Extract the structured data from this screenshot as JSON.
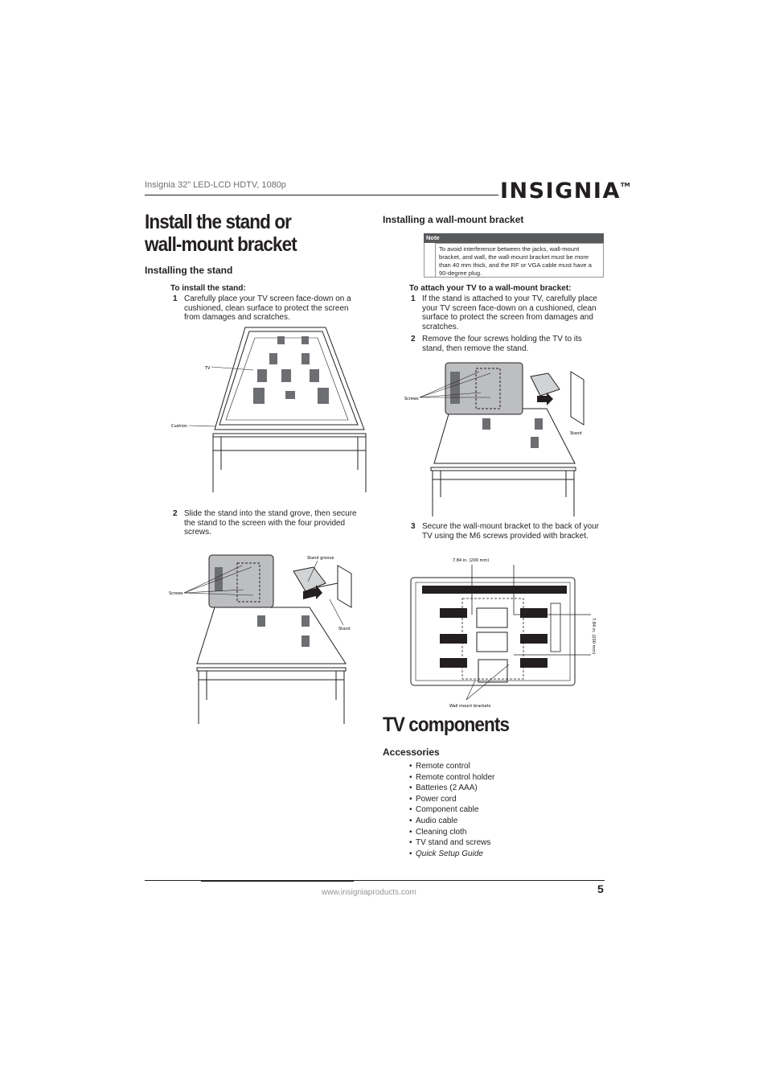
{
  "header": {
    "product": "Insignia 32\" LED-LCD HDTV, 1080p",
    "logo_text": "INSIGNIA",
    "logo_tm": "TM"
  },
  "left": {
    "title_line1": "Install the stand or",
    "title_line2": "wall-mount bracket",
    "subheading": "Installing the stand",
    "procedure": "To install the stand:",
    "step1_num": "1",
    "step1_text": "Carefully place your TV screen face-down on a cushioned, clean surface to protect the screen from damages and scratches.",
    "fig1_labels": {
      "tv": "TV",
      "cushion": "Cushion"
    },
    "step2_num": "2",
    "step2_text": "Slide the stand into the stand grove, then secure the stand to the screen with the four provided screws.",
    "fig2_labels": {
      "stand_groove": "Stand groove",
      "screws": "Screws",
      "stand": "Stand"
    }
  },
  "right": {
    "subheading": "Installing a wall-mount bracket",
    "note_label": "Note",
    "note_text": "To avoid interference between the jacks, wall-mount bracket, and wall, the wall-mount bracket must be more than 40 mm thick, and the RF or VGA cable must have a 90-degree plug.",
    "procedure": "To attach your TV to a wall-mount bracket:",
    "step1_num": "1",
    "step1_text": "If the stand is attached to your TV, carefully place your TV screen face-down on a cushioned, clean surface to protect the screen from damages and scratches.",
    "step2_num": "2",
    "step2_text": "Remove the four screws holding the TV to its stand, then remove the stand.",
    "fig3_labels": {
      "screws": "Screws",
      "stand": "Stand"
    },
    "step3_num": "3",
    "step3_text": "Secure the wall-mount bracket to the back of your TV using the M6 screws provided with bracket.",
    "fig4_labels": {
      "horizontal": "7.84 in. (200 mm)",
      "vertical": "7.84 in. (200 mm)",
      "brackets": "Wall mount brackets"
    },
    "title2": "TV components",
    "accessories_heading": "Accessories",
    "accessories": [
      "Remote control",
      "Remote control holder",
      "Batteries (2 AAA)",
      "Power cord",
      "Component cable",
      "Audio cable",
      "Cleaning cloth",
      "TV stand and screws",
      "Quick Setup Guide"
    ]
  },
  "footer": {
    "url": "www.insigniaproducts.com",
    "page": "5"
  }
}
